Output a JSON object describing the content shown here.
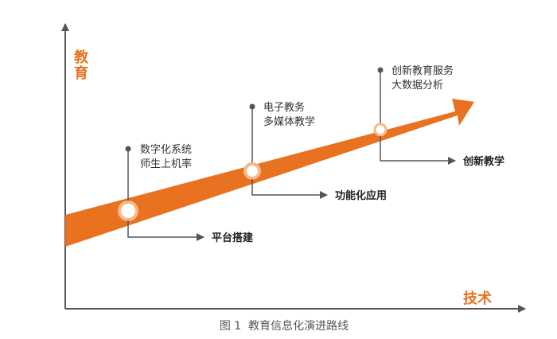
{
  "y_axis_label": [
    "教",
    "育"
  ],
  "x_axis_label": "技术",
  "milestones": [
    {
      "notes": [
        "数字化系统",
        "师生上机率"
      ],
      "stage": "平台搭建"
    },
    {
      "notes": [
        "电子教务",
        "多媒体教学"
      ],
      "stage": "功能化应用"
    },
    {
      "notes": [
        "创新教育服务",
        "大数据分析"
      ],
      "stage": "创新教学"
    }
  ],
  "caption": "图 1  教育信息化演进路线",
  "colors": {
    "band": "#e8721f",
    "axis_label": "#e8721f",
    "axis": "#555555",
    "line": "#555555"
  }
}
